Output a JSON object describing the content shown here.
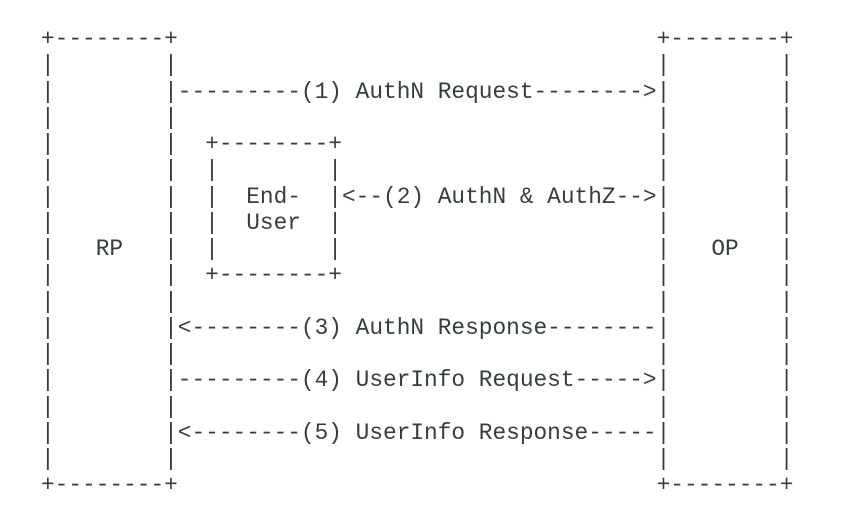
{
  "page": {
    "background_color": "#ffffff",
    "text_color": "#353e3e"
  },
  "diagram": {
    "type": "ascii-sequence-diagram",
    "entities": [
      {
        "id": "rp",
        "label": "RP"
      },
      {
        "id": "end-user",
        "label_line1": "End-",
        "label_line2": "User"
      },
      {
        "id": "op",
        "label": "OP"
      }
    ],
    "messages": [
      {
        "step": "(1)",
        "label": "AuthN Request",
        "arrow_glyph": "--------->",
        "direction": "left-to-right"
      },
      {
        "step": "(2)",
        "label": "AuthN & AuthZ",
        "arrow_glyph": "<-- -->",
        "direction": "bidirectional"
      },
      {
        "step": "(3)",
        "label": "AuthN Response",
        "arrow_glyph": "<--------",
        "direction": "right-to-left"
      },
      {
        "step": "(4)",
        "label": "UserInfo Request",
        "arrow_glyph": "----->",
        "direction": "left-to-right"
      },
      {
        "step": "(5)",
        "label": "UserInfo Response",
        "arrow_glyph": "<-----",
        "direction": "right-to-left"
      }
    ],
    "lines": [
      "+--------+                                   +--------+",
      "|        |                                   |        |",
      "|        |---------(1) AuthN Request-------->|        |",
      "|        |                                   |        |",
      "|        |  +--------+                       |        |",
      "|        |  |        |                       |        |",
      "|        |  |  End-  |<--(2) AuthN & AuthZ-->|        |",
      "|        |  |  User  |                       |        |",
      "|   RP   |  |        |                       |   OP   |",
      "|        |  +--------+                       |        |",
      "|        |                                   |        |",
      "|        |<--------(3) AuthN Response--------|        |",
      "|        |                                   |        |",
      "|        |---------(4) UserInfo Request----->|        |",
      "|        |                                   |        |",
      "|        |<--------(5) UserInfo Response-----|        |",
      "|        |                                   |        |",
      "+--------+                                   +--------+"
    ]
  }
}
